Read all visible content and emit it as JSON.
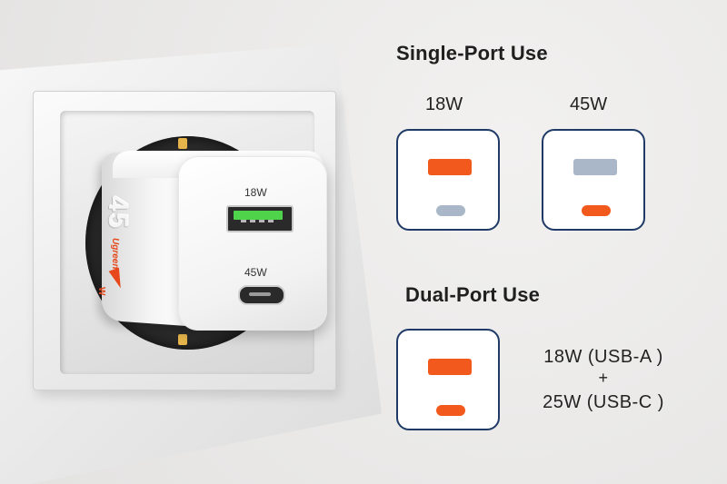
{
  "colors": {
    "active_port": "#f15a1c",
    "inactive_port": "#a9b7c8",
    "card_border": "#1f3a66",
    "usb_a_tongue": "#4fd34a"
  },
  "charger": {
    "brand_power": "45",
    "brand_unit": "W",
    "brand_logo": "Ugreen",
    "port_a_label": "18W",
    "port_c_label": "45W"
  },
  "single_port": {
    "heading": "Single-Port Use",
    "options": [
      {
        "label": "18W",
        "usb_a_active": true,
        "usb_c_active": false
      },
      {
        "label": "45W",
        "usb_a_active": false,
        "usb_c_active": true
      }
    ]
  },
  "dual_port": {
    "heading": "Dual-Port Use",
    "line1": "18W (USB-A )",
    "line2": "+",
    "line3": "25W (USB-C )"
  }
}
